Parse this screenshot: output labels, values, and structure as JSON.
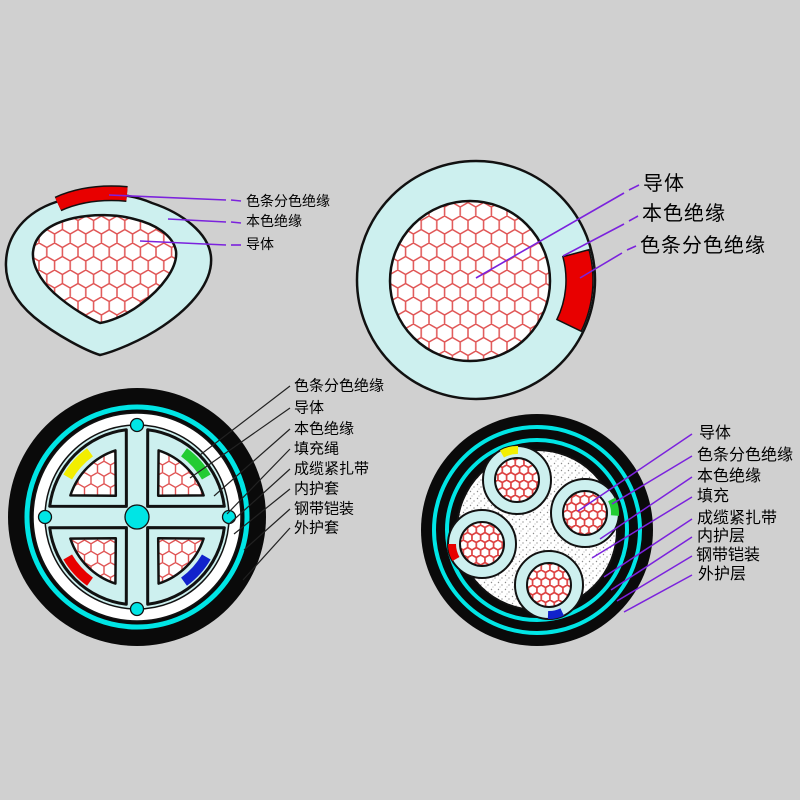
{
  "page": {
    "background": "#d0d0d0"
  },
  "colors": {
    "insulation_cyan": "#cdf0ef",
    "armor_cyan": "#00e5e5",
    "sheath_black": "#0a0a0a",
    "inner_sheath_white": "#ffffff",
    "conductor_mesh_red": "#e05454",
    "stripe_red": "#e80000",
    "mark_yellow": "#f2ee00",
    "mark_green": "#22cc33",
    "mark_blue": "#1122cc",
    "leader_purple": "#7b22dd",
    "leader_dark": "#222222"
  },
  "diagrams": {
    "fan_single_core": {
      "labels": [
        "色条分色绝缘",
        "本色绝缘",
        "导体"
      ]
    },
    "round_single_core": {
      "labels": [
        "导体",
        "本色绝缘",
        "色条分色绝缘"
      ]
    },
    "four_core_sector": {
      "labels": [
        "色条分色绝缘",
        "导体",
        "本色绝缘",
        "填充绳",
        "成缆紧扎带",
        "内护套",
        "钢带铠装",
        "外护套"
      ]
    },
    "four_core_round": {
      "labels": [
        "导体",
        "色条分色绝缘",
        "本色绝缘",
        "填充",
        "成缆紧扎带",
        "内护层",
        "钢带铠装",
        "外护层"
      ]
    }
  }
}
